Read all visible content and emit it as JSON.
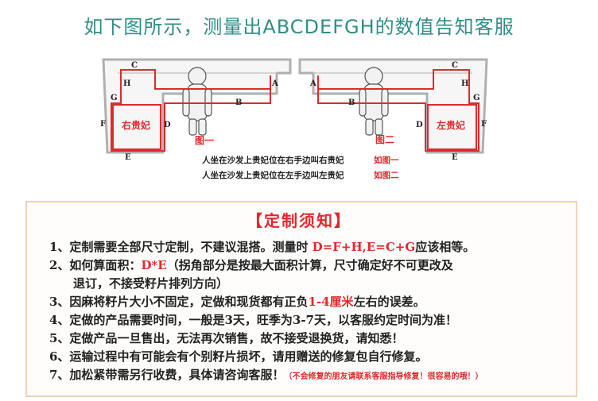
{
  "title": "如下图所示，测量出ABCDEFGH的数值告知客服",
  "figure1": {
    "caption": "图一",
    "box_label": "右贵妃",
    "letters": {
      "A": "A",
      "B": "B",
      "C": "C",
      "D": "D",
      "E": "E",
      "F": "F",
      "G": "G",
      "H": "H"
    }
  },
  "figure2": {
    "caption": "图二",
    "box_label": "左贵妃",
    "letters": {
      "A": "A",
      "B": "B",
      "C": "C",
      "D": "D",
      "E": "E",
      "F": "F",
      "G": "G",
      "H": "H"
    }
  },
  "notes": [
    {
      "text": "人坐在沙发上贵妃位在右手边叫右贵妃",
      "ref": "如图一"
    },
    {
      "text": "人坐在沙发上贵妃位在左手边叫左贵妃",
      "ref": "如图二"
    }
  ],
  "box": {
    "heading": "【定制须知】",
    "items": {
      "i1_a": "1、定制需要全部尺寸定制，不建议混搭。测量时 ",
      "i1_red": "D=F+H,E=C+G",
      "i1_b": "应该相等。",
      "i2_a": "2、如何算面积：",
      "i2_red": "D*E",
      "i2_b": "（拐角部分是按最大面积计算，尺寸确定好不可更改及",
      "i2_cont": "退订，不接受籽片排列方向）",
      "i3_a": "3、因麻将籽片大小不固定，定做和现货都有正负",
      "i3_red": "1-4厘米",
      "i3_b": "左右的误差。",
      "i4": "4、定做的产品需要时间，一般是3天，旺季为3-7天，以客服约定时间为准！",
      "i5": "5、定做产品一旦售出，无法再次销售，故不接受退换货，请知悉！",
      "i6": "6、运输过程中有可能会有个别籽片损坏，请用赠送的修复包自行修复。",
      "i7_a": "7、加松紧带需另行收费，具体请咨询客服！",
      "i7_red": "（不会修复的朋友请联系客服指导修复！很容易的哦！）"
    }
  },
  "colors": {
    "title": "#2f8f86",
    "accent": "#e0292e",
    "border": "#ecd3b8",
    "sofa": "#aaaaaa"
  }
}
